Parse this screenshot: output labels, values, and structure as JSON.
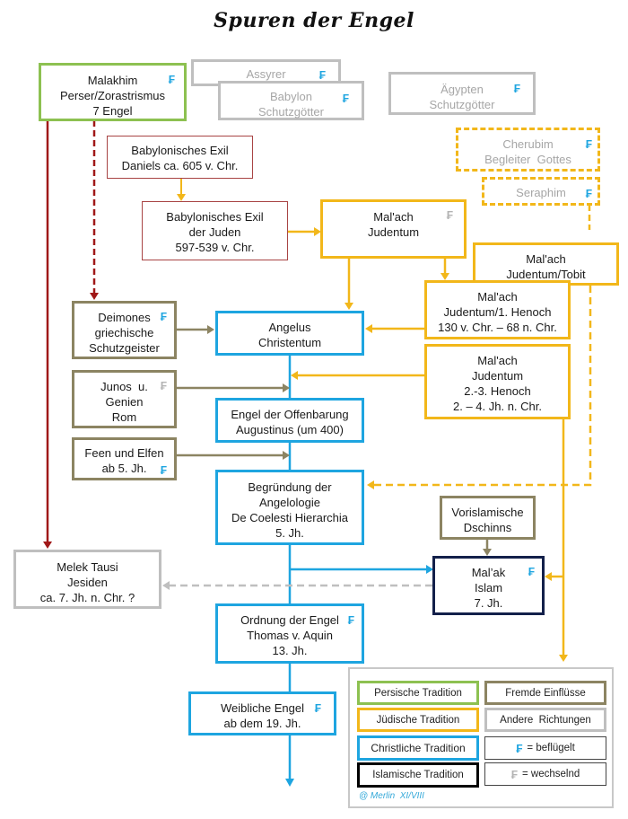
{
  "title": "Spuren der Engel",
  "colors": {
    "persian": "#8dc151",
    "jewish": "#f2b71a",
    "christian": "#1ea5e0",
    "islamic": "#13204a",
    "foreign": "#8c8462",
    "other": "#bfbfbf",
    "exile": "#a84444",
    "persian_link": "#a01818",
    "winged_icon": "#1ea5e0",
    "changing_icon": "#b3b3b3"
  },
  "icons": {
    "winged": "₣",
    "changing": "₣"
  },
  "nodes": {
    "malakhim": {
      "lines": [
        "Malakhim",
        "Perser/Zorastrismus",
        "7 Engel"
      ],
      "tradition": "persian",
      "icon": "winged"
    },
    "assyrer": {
      "lines": [
        "Assyrer"
      ],
      "tradition": "other",
      "icon": "winged"
    },
    "babylon": {
      "lines": [
        "Babylon",
        "Schutzgötter"
      ],
      "tradition": "other",
      "icon": "winged"
    },
    "aegypten": {
      "lines": [
        "Ägypten",
        "Schutzgötter"
      ],
      "tradition": "other",
      "icon": "winged"
    },
    "cherubim": {
      "lines": [
        "Cherubim",
        "Begleiter  Gottes"
      ],
      "tradition": "jewish-dashed",
      "icon": "winged"
    },
    "seraphim": {
      "lines": [
        "Seraphim"
      ],
      "tradition": "jewish-dashed",
      "icon": "winged"
    },
    "exil_daniel": {
      "lines": [
        "Babylonisches Exil",
        "Daniels ca. 605 v. Chr."
      ],
      "tradition": "exile"
    },
    "exil_juden": {
      "lines": [
        "Babylonisches Exil",
        "der Juden",
        "597-539 v. Chr."
      ],
      "tradition": "exile"
    },
    "malach_judentum": {
      "lines": [
        "Mal'ach",
        "Judentum"
      ],
      "tradition": "jewish",
      "icon": "changing"
    },
    "malach_tobit": {
      "lines": [
        "Mal'ach",
        "Judentum/Tobit"
      ],
      "tradition": "jewish"
    },
    "malach_henoch1": {
      "lines": [
        "Mal'ach",
        "Judentum/1. Henoch",
        "130 v. Chr. – 68 n. Chr."
      ],
      "tradition": "jewish"
    },
    "malach_henoch23": {
      "lines": [
        "Mal'ach",
        "Judentum",
        "2.-3. Henoch",
        "2. – 4. Jh. n. Chr."
      ],
      "tradition": "jewish"
    },
    "deimones": {
      "lines": [
        "Deimones",
        "griechische",
        "Schutzgeister"
      ],
      "tradition": "foreign",
      "icon": "winged"
    },
    "junos": {
      "lines": [
        "Junos  u.",
        "Genien",
        "Rom"
      ],
      "tradition": "foreign",
      "icon": "changing"
    },
    "feen": {
      "lines": [
        "Feen und Elfen",
        "ab 5. Jh."
      ],
      "tradition": "foreign",
      "icon": "winged"
    },
    "angelus": {
      "lines": [
        "Angelus",
        "Christentum"
      ],
      "tradition": "christian"
    },
    "offenbarung": {
      "lines": [
        "Engel der Offenbarung",
        "Augustinus (um 400)"
      ],
      "tradition": "christian"
    },
    "angelologie": {
      "lines": [
        "Begründung der",
        "Angelologie",
        "De Coelesti Hierarchia",
        "5. Jh."
      ],
      "tradition": "christian"
    },
    "melek_tausi": {
      "lines": [
        "Melek Tausi",
        "Jesiden",
        "ca. 7. Jh. n. Chr. ?"
      ],
      "tradition": "other"
    },
    "dschinns": {
      "lines": [
        "Vorislamische",
        "Dschinns"
      ],
      "tradition": "foreign"
    },
    "malak_islam": {
      "lines": [
        "Mal’ak",
        "Islam",
        "7. Jh."
      ],
      "tradition": "islamic",
      "icon": "winged"
    },
    "ordnung": {
      "lines": [
        "Ordnung der Engel",
        "Thomas v. Aquin",
        "13. Jh."
      ],
      "tradition": "christian",
      "icon": "winged"
    },
    "weibliche": {
      "lines": [
        "Weibliche Engel",
        "ab dem 19. Jh."
      ],
      "tradition": "christian",
      "icon": "winged"
    }
  },
  "legend": {
    "items": [
      {
        "label": "Persische Tradition",
        "color": "persian"
      },
      {
        "label": "Fremde Einflüsse",
        "color": "foreign"
      },
      {
        "label": "Jüdische Tradition",
        "color": "jewish"
      },
      {
        "label": "Andere  Richtungen",
        "color": "other"
      },
      {
        "label": "Christliche Tradition",
        "color": "christian"
      },
      {
        "label": "= beflügelt",
        "icon": "winged"
      },
      {
        "label": "Islamische Tradition",
        "color": "black"
      },
      {
        "label": "= wechselnd",
        "icon": "changing"
      }
    ],
    "credit": "@ Merlin  XI/VIII"
  }
}
